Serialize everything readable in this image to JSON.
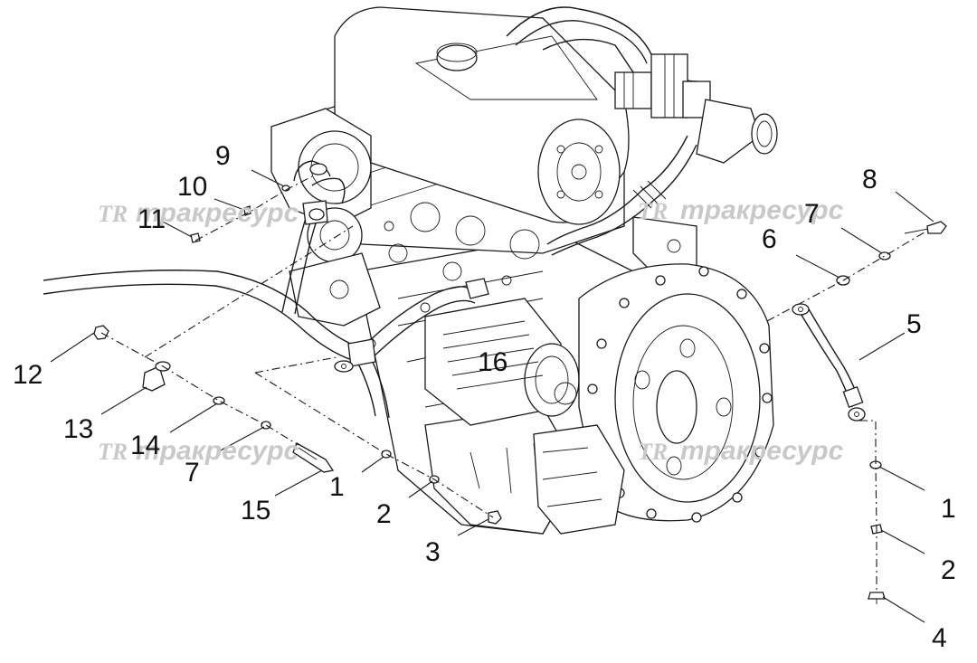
{
  "callouts": [
    {
      "id": "c9",
      "text": "9"
    },
    {
      "id": "c10",
      "text": "10"
    },
    {
      "id": "c11",
      "text": "11"
    },
    {
      "id": "c8",
      "text": "8"
    },
    {
      "id": "c7a",
      "text": "7"
    },
    {
      "id": "c6",
      "text": "6"
    },
    {
      "id": "c5",
      "text": "5"
    },
    {
      "id": "c16",
      "text": "16"
    },
    {
      "id": "c12",
      "text": "12"
    },
    {
      "id": "c13",
      "text": "13"
    },
    {
      "id": "c14",
      "text": "14"
    },
    {
      "id": "c7b",
      "text": "7"
    },
    {
      "id": "c15",
      "text": "15"
    },
    {
      "id": "c1a",
      "text": "1"
    },
    {
      "id": "c2a",
      "text": "2"
    },
    {
      "id": "c3",
      "text": "3"
    },
    {
      "id": "c1b",
      "text": "1"
    },
    {
      "id": "c2b",
      "text": "2"
    },
    {
      "id": "c4",
      "text": "4"
    }
  ],
  "watermark": {
    "logo": "TR",
    "text": "тракресурс"
  }
}
